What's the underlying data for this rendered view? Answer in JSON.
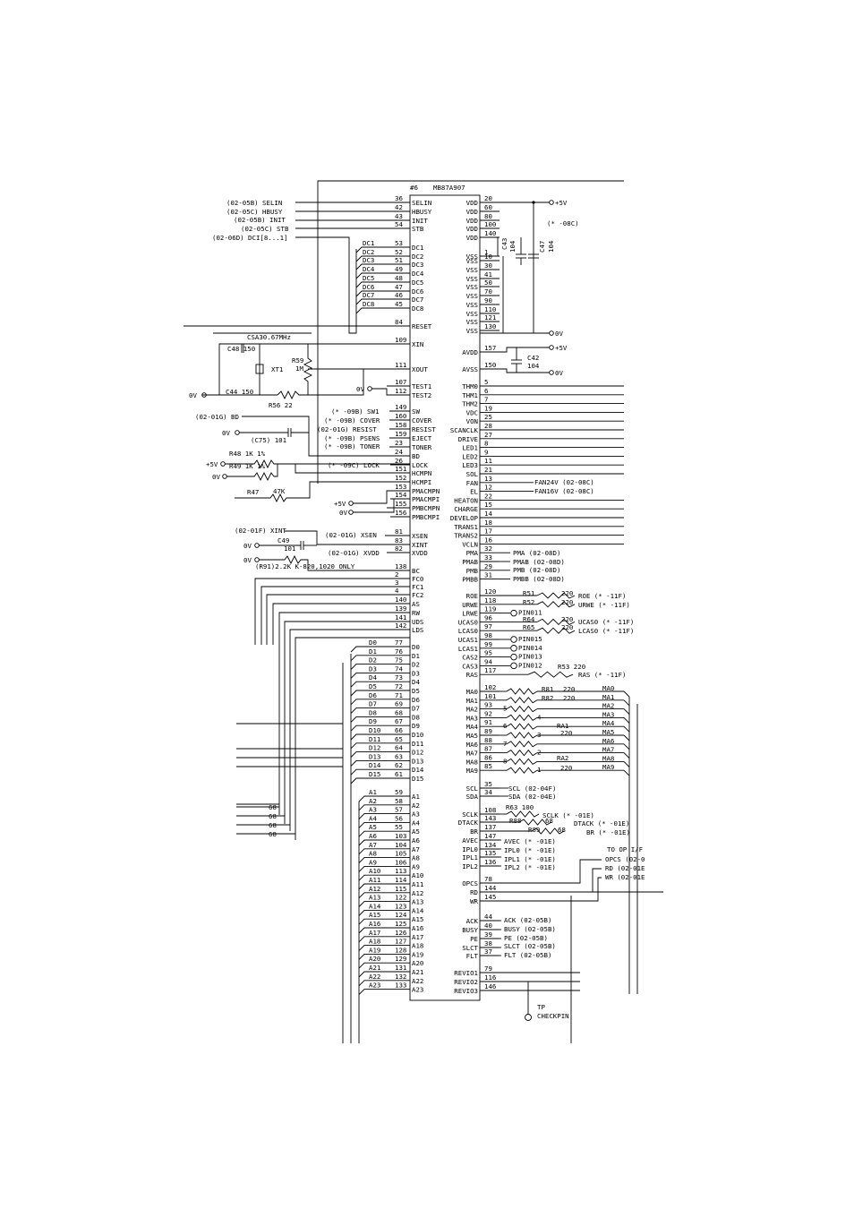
{
  "chip": {
    "ref": "#6",
    "part": "MB87A907",
    "left_pins": [
      {
        "name": "SELIN",
        "num": "36"
      },
      {
        "name": "HBUSY",
        "num": "42"
      },
      {
        "name": "INIT",
        "num": "43"
      },
      {
        "name": "STB",
        "num": "54"
      },
      {
        "name": "DC1",
        "num": "53"
      },
      {
        "name": "DC2",
        "num": "52"
      },
      {
        "name": "DC3",
        "num": "51"
      },
      {
        "name": "DC4",
        "num": "49"
      },
      {
        "name": "DC5",
        "num": "48"
      },
      {
        "name": "DC6",
        "num": "47"
      },
      {
        "name": "DC7",
        "num": "46"
      },
      {
        "name": "DC8",
        "num": "45"
      },
      {
        "name": "RESET",
        "num": "84"
      },
      {
        "name": "XIN",
        "num": "109"
      },
      {
        "name": "XOUT",
        "num": "111"
      },
      {
        "name": "TEST1",
        "num": "107"
      },
      {
        "name": "TEST2",
        "num": "112"
      },
      {
        "name": "SW",
        "num": "149"
      },
      {
        "name": "COVER",
        "num": "160"
      },
      {
        "name": "RESIST",
        "num": "158"
      },
      {
        "name": "EJECT",
        "num": "159"
      },
      {
        "name": "TONER",
        "num": "23"
      },
      {
        "name": "BD",
        "num": "24"
      },
      {
        "name": "LOCK",
        "num": "26"
      },
      {
        "name": "HCMPN",
        "num": "151"
      },
      {
        "name": "HCMPI",
        "num": "152"
      },
      {
        "name": "PMACMPN",
        "num": "153"
      },
      {
        "name": "PMACMPI",
        "num": "154"
      },
      {
        "name": "PMBCMPN",
        "num": "155"
      },
      {
        "name": "PMBCMPI",
        "num": "156"
      },
      {
        "name": "XSEN",
        "num": "81"
      },
      {
        "name": "XINT",
        "num": "83"
      },
      {
        "name": "XVDD",
        "num": "82"
      },
      {
        "name": "BC",
        "num": "138"
      },
      {
        "name": "FC0",
        "num": "2"
      },
      {
        "name": "FC1",
        "num": "3"
      },
      {
        "name": "FC2",
        "num": "4"
      },
      {
        "name": "AS",
        "num": "140"
      },
      {
        "name": "RW",
        "num": "139"
      },
      {
        "name": "UDS",
        "num": "141"
      },
      {
        "name": "LDS",
        "num": "142"
      },
      {
        "name": "D0",
        "num": "77"
      },
      {
        "name": "D1",
        "num": "76"
      },
      {
        "name": "D2",
        "num": "75"
      },
      {
        "name": "D3",
        "num": "74"
      },
      {
        "name": "D4",
        "num": "73"
      },
      {
        "name": "D5",
        "num": "72"
      },
      {
        "name": "D6",
        "num": "71"
      },
      {
        "name": "D7",
        "num": "69"
      },
      {
        "name": "D8",
        "num": "68"
      },
      {
        "name": "D9",
        "num": "67"
      },
      {
        "name": "D10",
        "num": "66"
      },
      {
        "name": "D11",
        "num": "65"
      },
      {
        "name": "D12",
        "num": "64"
      },
      {
        "name": "D13",
        "num": "63"
      },
      {
        "name": "D14",
        "num": "62"
      },
      {
        "name": "D15",
        "num": "61"
      },
      {
        "name": "A1",
        "num": "59"
      },
      {
        "name": "A2",
        "num": "58"
      },
      {
        "name": "A3",
        "num": "57"
      },
      {
        "name": "A4",
        "num": "56"
      },
      {
        "name": "A5",
        "num": "55"
      },
      {
        "name": "A6",
        "num": "103"
      },
      {
        "name": "A7",
        "num": "104"
      },
      {
        "name": "A8",
        "num": "105"
      },
      {
        "name": "A9",
        "num": "106"
      },
      {
        "name": "A10",
        "num": "113"
      },
      {
        "name": "A11",
        "num": "114"
      },
      {
        "name": "A12",
        "num": "115"
      },
      {
        "name": "A13",
        "num": "122"
      },
      {
        "name": "A14",
        "num": "123"
      },
      {
        "name": "A15",
        "num": "124"
      },
      {
        "name": "A16",
        "num": "125"
      },
      {
        "name": "A17",
        "num": "126"
      },
      {
        "name": "A18",
        "num": "127"
      },
      {
        "name": "A19",
        "num": "128"
      },
      {
        "name": "A20",
        "num": "129"
      },
      {
        "name": "A21",
        "num": "131"
      },
      {
        "name": "A22",
        "num": "132"
      },
      {
        "name": "A23",
        "num": "133"
      }
    ],
    "right_pins": [
      {
        "name": "VDD",
        "num": "20"
      },
      {
        "name": "VDD",
        "num": "60"
      },
      {
        "name": "VDD",
        "num": "80"
      },
      {
        "name": "VDD",
        "num": "100"
      },
      {
        "name": "VDD",
        "num": "140"
      },
      {
        "name": "VSS",
        "num": "1"
      },
      {
        "name": "VSS",
        "num": "10"
      },
      {
        "name": "VSS",
        "num": "30"
      },
      {
        "name": "VSS",
        "num": "41"
      },
      {
        "name": "VSS",
        "num": "50"
      },
      {
        "name": "VSS",
        "num": "70"
      },
      {
        "name": "VSS",
        "num": "90"
      },
      {
        "name": "VSS",
        "num": "110"
      },
      {
        "name": "VSS",
        "num": "121"
      },
      {
        "name": "VSS",
        "num": "130"
      },
      {
        "name": "AVDD",
        "num": "157"
      },
      {
        "name": "AVSS",
        "num": "150"
      },
      {
        "name": "THM0",
        "num": "5"
      },
      {
        "name": "THM1",
        "num": "6"
      },
      {
        "name": "THM2",
        "num": "7"
      },
      {
        "name": "VDC",
        "num": "19"
      },
      {
        "name": "VON",
        "num": "25"
      },
      {
        "name": "SCANCLK",
        "num": "28"
      },
      {
        "name": "DRIVE",
        "num": "27"
      },
      {
        "name": "LED1",
        "num": "8"
      },
      {
        "name": "LED2",
        "num": "9"
      },
      {
        "name": "LED3",
        "num": "11"
      },
      {
        "name": "SOL",
        "num": "21"
      },
      {
        "name": "FAN",
        "num": "13"
      },
      {
        "name": "EL",
        "num": "12"
      },
      {
        "name": "HEATON",
        "num": "22"
      },
      {
        "name": "CHARGE",
        "num": "15"
      },
      {
        "name": "DEVELOP",
        "num": "14"
      },
      {
        "name": "TRANS1",
        "num": "18"
      },
      {
        "name": "TRANS2",
        "num": "17"
      },
      {
        "name": "VCLN",
        "num": "16"
      },
      {
        "name": "PMA",
        "num": "32"
      },
      {
        "name": "PMAB",
        "num": "33"
      },
      {
        "name": "PMB",
        "num": "29"
      },
      {
        "name": "PMBB",
        "num": "31"
      },
      {
        "name": "ROE",
        "num": "120"
      },
      {
        "name": "URWE",
        "num": "118"
      },
      {
        "name": "LRWE",
        "num": "119"
      },
      {
        "name": "UCAS0",
        "num": "96"
      },
      {
        "name": "LCAS0",
        "num": "97"
      },
      {
        "name": "UCAS1",
        "num": "98"
      },
      {
        "name": "LCAS1",
        "num": "99"
      },
      {
        "name": "CAS2",
        "num": "95"
      },
      {
        "name": "CAS3",
        "num": "94"
      },
      {
        "name": "RAS",
        "num": "117"
      },
      {
        "name": "MA0",
        "num": "102"
      },
      {
        "name": "MA1",
        "num": "101"
      },
      {
        "name": "MA2",
        "num": "93"
      },
      {
        "name": "MA3",
        "num": "92"
      },
      {
        "name": "MA4",
        "num": "91"
      },
      {
        "name": "MA5",
        "num": "89"
      },
      {
        "name": "MA6",
        "num": "88"
      },
      {
        "name": "MA7",
        "num": "87"
      },
      {
        "name": "MA8",
        "num": "86"
      },
      {
        "name": "MA9",
        "num": "85"
      },
      {
        "name": "SCL",
        "num": "35"
      },
      {
        "name": "SDA",
        "num": "34"
      },
      {
        "name": "SCLK",
        "num": "108"
      },
      {
        "name": "DTACK",
        "num": "143"
      },
      {
        "name": "BR",
        "num": "137"
      },
      {
        "name": "AVEC",
        "num": "147"
      },
      {
        "name": "IPL0",
        "num": "134"
      },
      {
        "name": "IPL1",
        "num": "135"
      },
      {
        "name": "IPL2",
        "num": "136"
      },
      {
        "name": "OPCS",
        "num": "78"
      },
      {
        "name": "RD",
        "num": "144"
      },
      {
        "name": "WR",
        "num": "145"
      },
      {
        "name": "ACK",
        "num": "44"
      },
      {
        "name": "BUSY",
        "num": "40"
      },
      {
        "name": "PE",
        "num": "39"
      },
      {
        "name": "SLCT",
        "num": "38"
      },
      {
        "name": "FLT",
        "num": "37"
      },
      {
        "name": "REVIO1",
        "num": "79"
      },
      {
        "name": "REVIO2",
        "num": "116"
      },
      {
        "name": "REVIO3",
        "num": "146"
      }
    ]
  },
  "left_refs": {
    "selin": "(02-05B)  SELIN",
    "hbusy": "(02-05C)  HBUSY",
    "init": "(02-05B)  INIT",
    "stb": "(02-05C)  STB",
    "dci": "(02-06D)  DCI[8...1]",
    "dc_labels": [
      "DC1",
      "DC2",
      "DC3",
      "DC4",
      "DC5",
      "DC6",
      "DC7",
      "DC8"
    ],
    "sw": "(* -09B)  SW1",
    "cover": "(* -09B)  COVER",
    "resist": "(02-01G)  RESIST",
    "psens": "(* -09B)  PSENS",
    "toner": "(* -09B)  TONER",
    "bd": "(02-01G)  BD",
    "c75": "(C75) 101",
    "lock": "(* -09C)  LOCK",
    "xint": "(02-01F)  XINT",
    "xsen": "(02-01G)  XSEN",
    "xvdd": "(02-01G)  XVDD",
    "r91": "(R91)2.2K   K-820,1020 ONLY",
    "zero_v": "0V",
    "plus_5v": "+5V"
  },
  "components": {
    "osc": "CSA30.67MHz",
    "c48": "C48  150",
    "xt1": "XT1",
    "r59": "R59",
    "r59_val": "1M",
    "c44": "C44  150",
    "r56": "R56  22",
    "r48": "R48   1K  1%",
    "r49": "R49   1K  1%",
    "r47": "R47",
    "r47_val": "47K",
    "c49": "C49",
    "c49_val": "101",
    "c43": "C43",
    "c43_val": "104",
    "c47": "C47",
    "c47_val": "104",
    "c42": "C42",
    "c42_val": "104",
    "note_08c": "(* -08C)",
    "fan24": "FAN24V (02-08C)",
    "fan16": "FAN16V (02-08C)",
    "pma": "PMA (02-08D)",
    "pmab": "PMAB (02-08D)",
    "pmb": "PMB (02-08D)",
    "pmbb": "PMBB (02-08D)",
    "r51": "R51",
    "r52": "R52",
    "r64": "R64",
    "r65": "R65",
    "r53": "R53  220",
    "val_220": "220",
    "roe_ref": "ROE (* -11F)",
    "urwe_ref": "URWE (* -11F)",
    "ucas_ref": "UCAS0 (* -11F)",
    "lcas_ref": "LCAS0 (* -11F)",
    "ras_ref": "RAS (* -11F)",
    "pins": [
      "PIN011",
      "PIN015",
      "PIN014",
      "PIN013",
      "PIN012"
    ],
    "r81": "R81",
    "r82": "R82",
    "ra1": "RA1",
    "ra2": "RA2",
    "ma_labels": [
      "MA0",
      "MA1",
      "MA2",
      "MA3",
      "MA4",
      "MA5",
      "MA6",
      "MA7",
      "MA8",
      "MA9"
    ],
    "ra_pins": [
      "5",
      "4",
      "6",
      "3",
      "7",
      "2",
      "8",
      "1"
    ],
    "scl_ref": "SCL (02-04F)",
    "sda_ref": "SDA (02-04E)",
    "r63": "R63   100",
    "r88": "R88",
    "r89": "R89",
    "v68": "68",
    "sclk_ref": "SCLK (* -01E)",
    "dtack_ref": "DTACK (* -01E)",
    "br_ref": "BR (* -01E)",
    "avec_ref": "AVEC (* -01E)",
    "ipl0_ref": "IPL0 (* -01E)",
    "ipl1_ref": "IPL1 (* -01E)",
    "ipl2_ref": "IPL2 (* -01E)",
    "op_title": "TO OP I/F",
    "opcs_ref": "OPCS (02-0",
    "rd_ref": "RD (02-01E",
    "wr_ref": "WR (02-01E",
    "ack_ref": "ACK (02-05B)",
    "busy_ref": "BUSY (02-05B)",
    "pe_ref": "PE (02-05B)",
    "slct_ref": "SLCT (02-05B)",
    "flt_ref": "FLT (02-05B)",
    "tp": "TP",
    "checkpin": "CHECKPIN",
    "data_labels": [
      "D0",
      "D1",
      "D2",
      "D3",
      "D4",
      "D5",
      "D6",
      "D7",
      "D8",
      "D9",
      "D10",
      "D11",
      "D12",
      "D13",
      "D14",
      "D15"
    ],
    "addr_labels": [
      "A1",
      "A2",
      "A3",
      "A4",
      "A5",
      "A6",
      "A7",
      "A8",
      "A9",
      "A10",
      "A11",
      "A12",
      "A13",
      "A14",
      "A15",
      "A16",
      "A17",
      "A18",
      "A19",
      "A20",
      "A21",
      "A22",
      "A23"
    ],
    "bus_68": [
      "68",
      "68",
      "68",
      "68"
    ]
  }
}
